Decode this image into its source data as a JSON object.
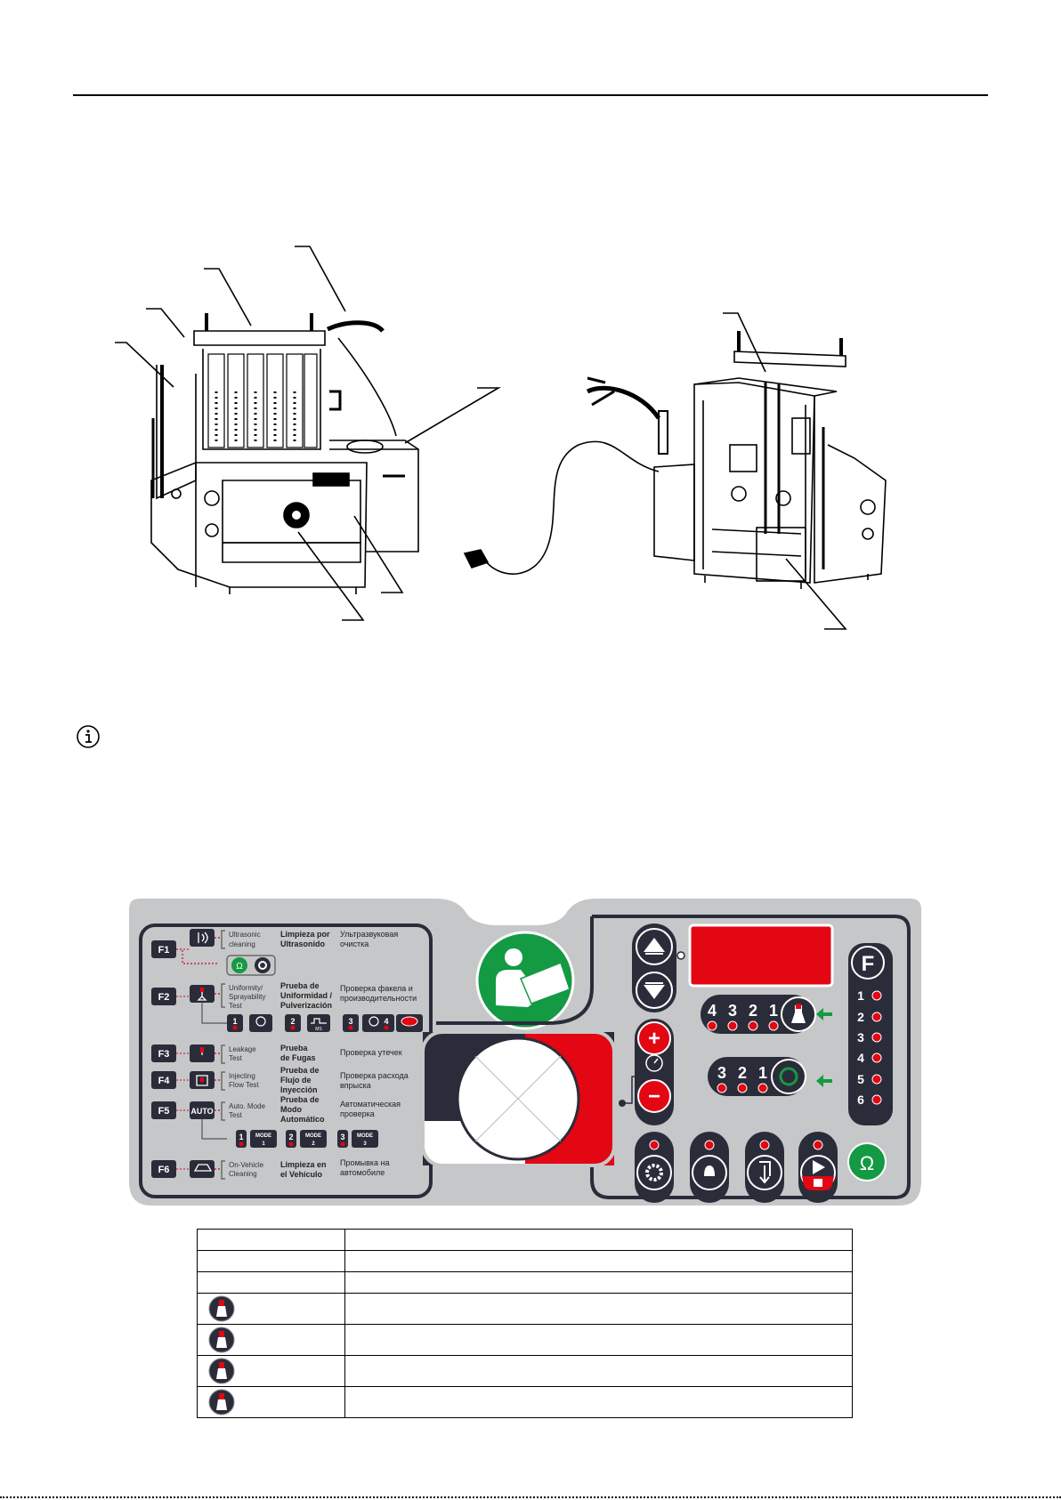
{
  "panel": {
    "functions": [
      {
        "key": "F1",
        "en": "Ultrasonic cleaning",
        "es": "Limpieza por Ultrasonido",
        "ru": "Ультразвуковая очистка"
      },
      {
        "key": "F2",
        "en": "Uniformity/ Sprayability Test",
        "es": "Prueba de Uniformidad / Pulverización",
        "ru": "Проверка факела и производительности"
      },
      {
        "key": "F3",
        "en": "Leakage Test",
        "es": "Prueba de Fugas",
        "ru": "Проверка утечек"
      },
      {
        "key": "F4",
        "en": "Injecting Flow Test",
        "es": "Prueba de Flujo de Inyección",
        "ru": "Проверка расхода впрыска"
      },
      {
        "key": "F5",
        "en": "Auto. Mode Test",
        "es": "Prueba de Modo Automático",
        "ru": "Автоматическая проверка"
      },
      {
        "key": "F6",
        "en": "On-Vehicle Cleaning",
        "es": "Limpieza en el Vehículo",
        "ru": "Промывка на автомобиле"
      }
    ],
    "auto_label": "AUTO",
    "f2_sub": {
      "n1": "1",
      "n2": "2",
      "n3": "3",
      "n4": "4",
      "cap2": "MS"
    },
    "modes": {
      "n1": "1",
      "n2": "2",
      "n3": "3",
      "label": "MODE",
      "m1": "1",
      "m2": "2",
      "m3": "3"
    },
    "f_key": "F",
    "right_nums": [
      "1",
      "2",
      "3",
      "4",
      "5",
      "6"
    ],
    "row_a": [
      "4",
      "3",
      "2",
      "1"
    ],
    "row_b": [
      "3",
      "2",
      "1"
    ],
    "plus": "+",
    "minus": "−",
    "power_symbol": "Ω",
    "colors": {
      "panel": "#c6c7c9",
      "dark": "#2b2c3a",
      "red": "#e30613",
      "green": "#139a43"
    }
  },
  "icons": {
    "info": "info-icon",
    "manual": "read-manual-icon",
    "up": "arrow-up-icon",
    "down": "arrow-down-icon",
    "gear": "gear-icon",
    "lamp": "lamp-icon",
    "drain": "drain-icon",
    "play_stop": "play-stop-icon",
    "spray": "spray-nozzle-icon",
    "cycle": "cycle-icon",
    "gauge": "gauge-icon"
  }
}
